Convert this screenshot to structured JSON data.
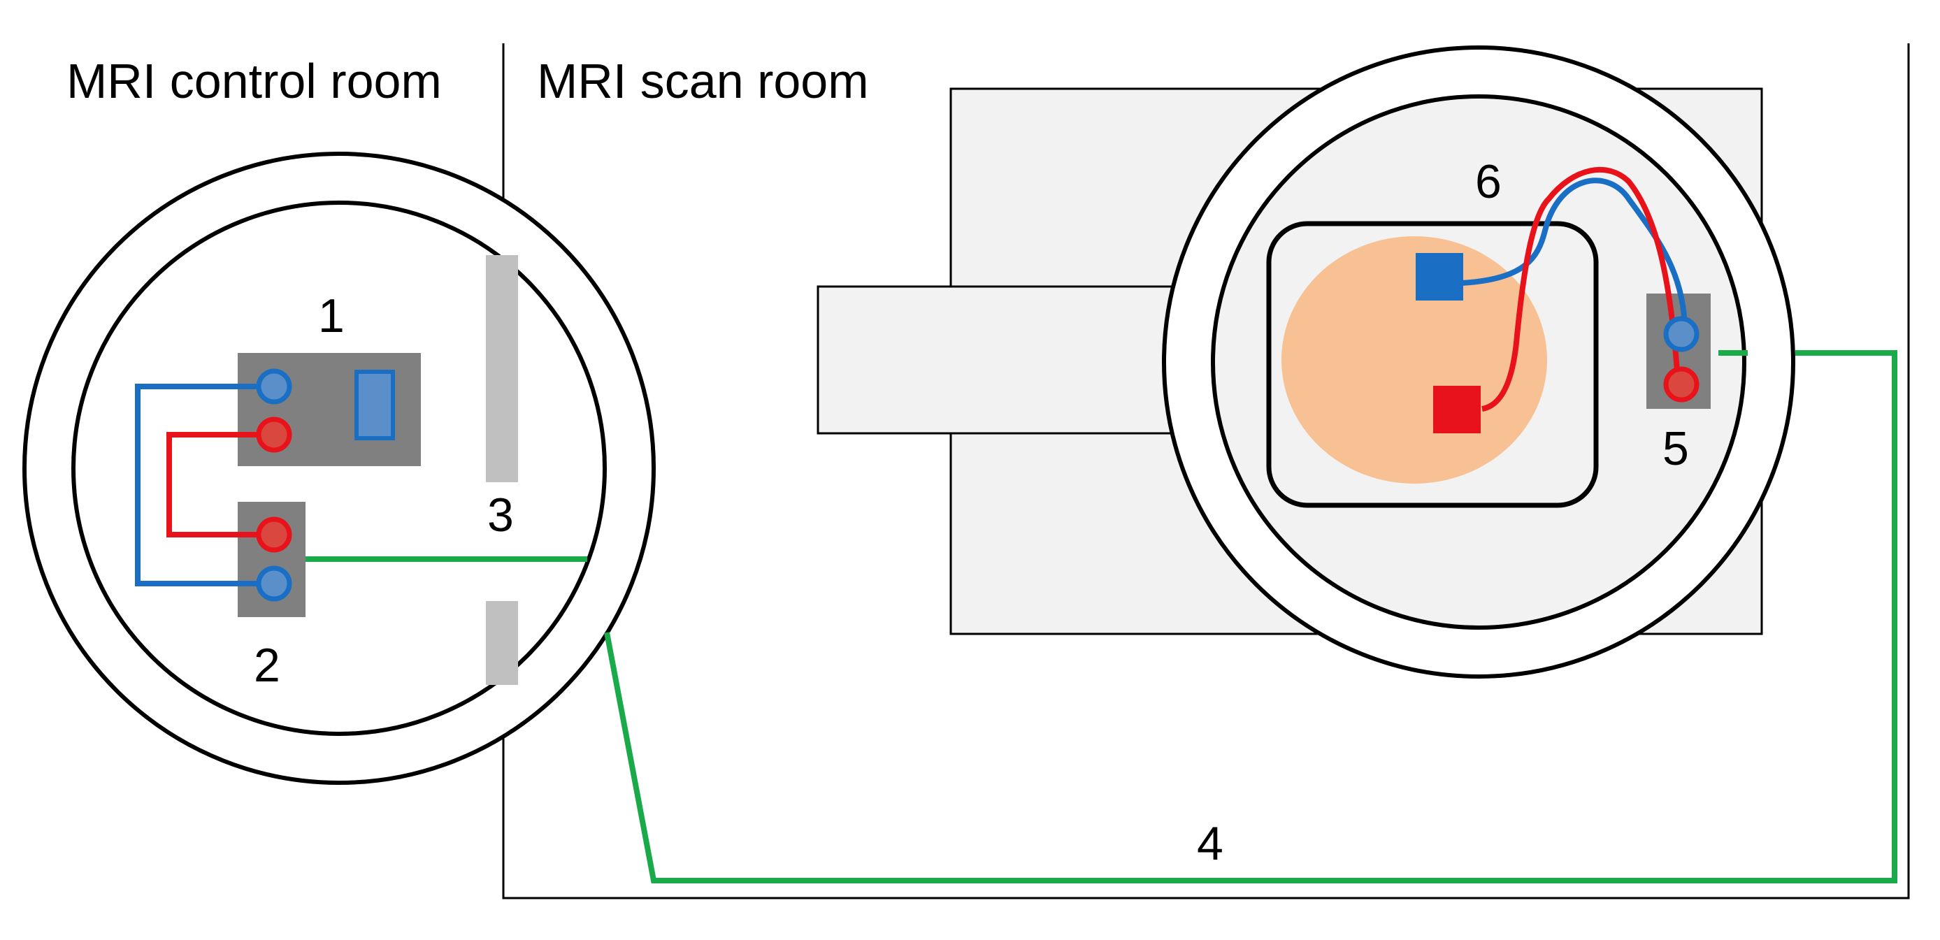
{
  "rooms": {
    "control_room_label": "MRI control room",
    "scan_room_label": "MRI scan room"
  },
  "labels": {
    "n1": "1",
    "n2": "2",
    "n3": "3",
    "n4": "4",
    "n5": "5",
    "n6": "6"
  },
  "colors": {
    "blue": "#1a6fc4",
    "red": "#e8121a",
    "green": "#1aaa4a",
    "device_gray": "#808080",
    "wall_gray": "#c0c0c0",
    "scanner_fill": "#f2f2f2",
    "phantom": "#f8c193"
  }
}
